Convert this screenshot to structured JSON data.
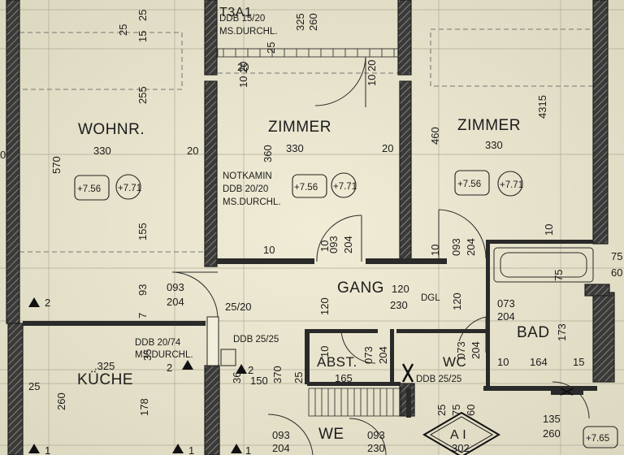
{
  "rooms": {
    "wohnr": "WOHNR.",
    "zimmer1": "ZIMMER",
    "zimmer2": "ZIMMER",
    "gang": "GANG",
    "kueche": "KÜCHE",
    "bad": "BAD",
    "abst": "ABST.",
    "wc": "WC",
    "we": "WE",
    "t3a": "T3A1",
    "ai": "A I"
  },
  "chimneys": {
    "top_line1": "DDB 15/20",
    "top_line2": "MS.DURCHL.",
    "notkamin_line1": "NOTKAMIN",
    "notkamin_line2": "DDB 20/20",
    "notkamin_line3": "MS.DURCHL.",
    "kitchen_line1": "DDB 20/74",
    "kitchen_line2": "MS.DURCHL.",
    "ddb2525_a": "DDB 25/25",
    "ddb2525_b": "DDB 25/25",
    "dgl": "DGL"
  },
  "levels": {
    "wohnr_a": "+7.56",
    "wohnr_b": "+7.71",
    "zimmer1_a": "+7.56",
    "zimmer1_b": "+7.71",
    "zimmer2_a": "+7.56",
    "zimmer2_b": "+7.71",
    "bottom_right": "+7.65"
  },
  "dims": {
    "wohnr_width": "330",
    "zimmer1_width": "330",
    "zimmer2_width": "330",
    "wall20_a": "20",
    "wall20_b": "20",
    "h570": "570",
    "h255": "255",
    "h155": "155",
    "h93": "93",
    "h360": "360",
    "h460": "460",
    "h431": "4315",
    "top25": "25",
    "top15": "15",
    "top325": "325",
    "top260": "260",
    "top25b": "25",
    "d1020a": "10 20",
    "d1020b": "10 20",
    "d20": "20",
    "door_093_a": "093",
    "door_204_a": "204",
    "door_093_b": "093",
    "door_204_b": "204",
    "door_093_c": "093",
    "door_204_c": "204",
    "door_073_bad": "073",
    "door_204_bad": "204",
    "d10a": "10",
    "d10b": "10",
    "d10c": "10",
    "gang_120a": "120",
    "gang_230": "230",
    "gang_120b": "120",
    "gang_120c": "120",
    "h25_20": "25/20",
    "k325": ".325",
    "k25": "25",
    "k260": "260",
    "k178": "178",
    "b150": "150",
    "b370": "370",
    "b165": "165",
    "b25": "25",
    "bad_164": "164",
    "bad_173": "173",
    "bad_15": "15",
    "bad_75": "75",
    "bad_75b": "75",
    "bad_60": "60",
    "ai_302": "302",
    "b135": "135",
    "b260b": "260",
    "we_093": "093",
    "we_204": "204",
    "we_093b": "093",
    "we_230": "230",
    "ab_073": "073",
    "ab_204": "204",
    "wc_073": "073",
    "wc_204": "204",
    "wc_25": "25",
    "wc_75": "75",
    "wc_60": "60",
    "left_0": "0",
    "t2a": "2",
    "t2b": "2",
    "t2c": "2",
    "t1a": "1",
    "t1b": "1",
    "t1c": "1",
    "t36": "36",
    "t35": "35",
    "t7": "7",
    "t10a": "10",
    "t10b": "10",
    "t25c": "25",
    "t10c": "10"
  }
}
